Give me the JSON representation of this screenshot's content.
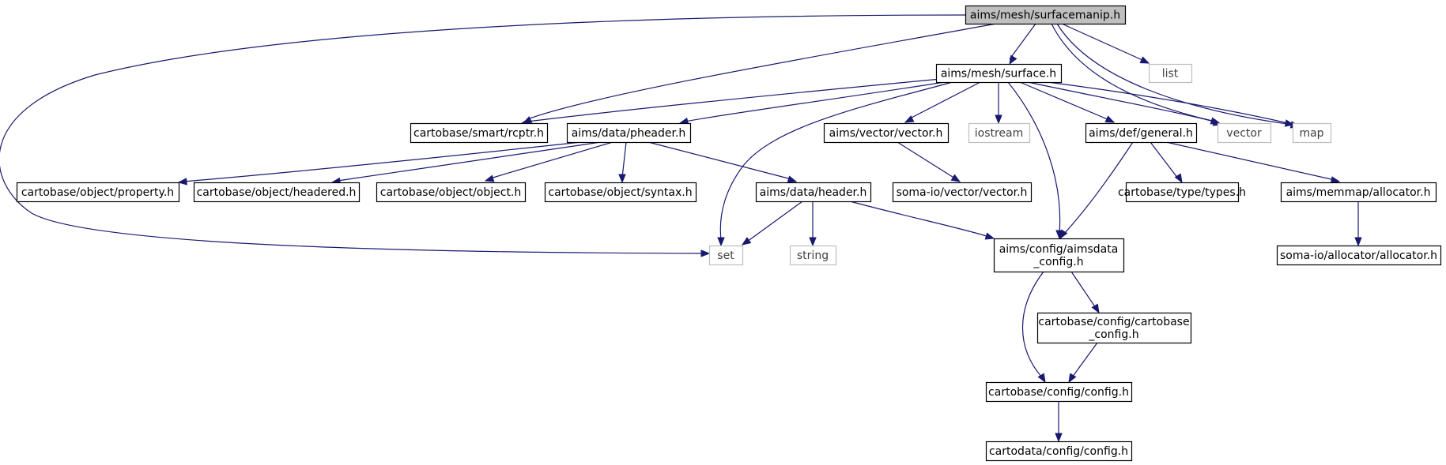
{
  "colors": {
    "edge": "#191970",
    "root_fill": "#bfbfbf",
    "node_border": "#000000",
    "external_border": "#bfbfbf",
    "external_text": "#404040"
  },
  "nodes": [
    {
      "id": "surfacemanip",
      "label": "aims/mesh/surfacemanip.h",
      "kind": "root"
    },
    {
      "id": "surface",
      "label": "aims/mesh/surface.h",
      "kind": "normal"
    },
    {
      "id": "list",
      "label": "list",
      "kind": "external"
    },
    {
      "id": "rcptr",
      "label": "cartobase/smart/rcptr.h",
      "kind": "normal"
    },
    {
      "id": "pheader",
      "label": "aims/data/pheader.h",
      "kind": "normal"
    },
    {
      "id": "vectorh",
      "label": "aims/vector/vector.h",
      "kind": "normal"
    },
    {
      "id": "iostream",
      "label": "iostream",
      "kind": "external"
    },
    {
      "id": "general",
      "label": "aims/def/general.h",
      "kind": "normal"
    },
    {
      "id": "vector",
      "label": "vector",
      "kind": "external"
    },
    {
      "id": "map",
      "label": "map",
      "kind": "external"
    },
    {
      "id": "property",
      "label": "cartobase/object/property.h",
      "kind": "normal"
    },
    {
      "id": "headered",
      "label": "cartobase/object/headered.h",
      "kind": "normal"
    },
    {
      "id": "object",
      "label": "cartobase/object/object.h",
      "kind": "normal"
    },
    {
      "id": "syntax",
      "label": "cartobase/object/syntax.h",
      "kind": "normal"
    },
    {
      "id": "header",
      "label": "aims/data/header.h",
      "kind": "normal"
    },
    {
      "id": "somavector",
      "label": "soma-io/vector/vector.h",
      "kind": "normal"
    },
    {
      "id": "types",
      "label": "cartobase/type/types.h",
      "kind": "normal"
    },
    {
      "id": "allocator",
      "label": "aims/memmap/allocator.h",
      "kind": "normal"
    },
    {
      "id": "set",
      "label": "set",
      "kind": "external"
    },
    {
      "id": "string",
      "label": "string",
      "kind": "external"
    },
    {
      "id": "aimsdata_config",
      "label": "aims/config/aimsdata\n_config.h",
      "kind": "normal"
    },
    {
      "id": "somaallocator",
      "label": "soma-io/allocator/allocator.h",
      "kind": "normal"
    },
    {
      "id": "cartobase_config",
      "label": "cartobase/config/cartobase\n_config.h",
      "kind": "normal"
    },
    {
      "id": "config",
      "label": "cartobase/config/config.h",
      "kind": "normal"
    },
    {
      "id": "cartodata_config",
      "label": "cartodata/config/config.h",
      "kind": "normal"
    }
  ],
  "edges": [
    {
      "from": "surfacemanip",
      "to": "surface"
    },
    {
      "from": "surfacemanip",
      "to": "rcptr"
    },
    {
      "from": "surfacemanip",
      "to": "set"
    },
    {
      "from": "surfacemanip",
      "to": "list"
    },
    {
      "from": "surfacemanip",
      "to": "vector"
    },
    {
      "from": "surfacemanip",
      "to": "map"
    },
    {
      "from": "surface",
      "to": "rcptr"
    },
    {
      "from": "surface",
      "to": "pheader"
    },
    {
      "from": "surface",
      "to": "set"
    },
    {
      "from": "surface",
      "to": "vectorh"
    },
    {
      "from": "surface",
      "to": "iostream"
    },
    {
      "from": "surface",
      "to": "aimsdata_config"
    },
    {
      "from": "surface",
      "to": "general"
    },
    {
      "from": "surface",
      "to": "vector"
    },
    {
      "from": "surface",
      "to": "map"
    },
    {
      "from": "pheader",
      "to": "property"
    },
    {
      "from": "pheader",
      "to": "headered"
    },
    {
      "from": "pheader",
      "to": "object"
    },
    {
      "from": "pheader",
      "to": "syntax"
    },
    {
      "from": "pheader",
      "to": "header"
    },
    {
      "from": "vectorh",
      "to": "somavector"
    },
    {
      "from": "general",
      "to": "aimsdata_config"
    },
    {
      "from": "general",
      "to": "types"
    },
    {
      "from": "general",
      "to": "allocator"
    },
    {
      "from": "header",
      "to": "set"
    },
    {
      "from": "header",
      "to": "string"
    },
    {
      "from": "header",
      "to": "aimsdata_config"
    },
    {
      "from": "allocator",
      "to": "somaallocator"
    },
    {
      "from": "aimsdata_config",
      "to": "cartobase_config"
    },
    {
      "from": "aimsdata_config",
      "to": "config"
    },
    {
      "from": "cartobase_config",
      "to": "config"
    },
    {
      "from": "config",
      "to": "cartodata_config"
    }
  ]
}
